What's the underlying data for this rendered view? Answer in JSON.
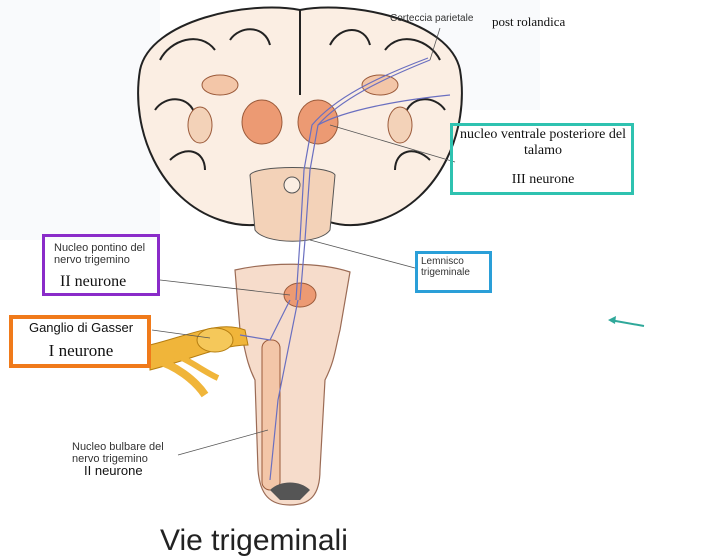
{
  "labels": {
    "corteccia_parietale": "Corteccia parietale",
    "post_rolandica": "post rolandica",
    "nucleo_ventrale": "nucleo ventrale posteriore del talamo",
    "terzo_neurone": "III neurone",
    "nucleo_pontino": "Nucleo pontino del nervo trigemino",
    "secondo_neurone_pontino": "II neurone",
    "lemnisco": "Lemnisco trigeminale",
    "ganglio": "Ganglio di Gasser",
    "primo_neurone": "I neurone",
    "nucleo_bulbare": "Nucleo bulbare del nervo trigemino",
    "secondo_neurone_bulbare": "II neurone"
  },
  "title": "Vie trigeminali",
  "colors": {
    "teal_box": "#2fc2b0",
    "purple_box": "#8a2bc9",
    "blue_box": "#2a9fd8",
    "orange_box": "#f07a1a",
    "brain_tissue": "#f3d2b8",
    "thalamus": "#ec9a73",
    "nerve": "#f0b53a",
    "pathway": "#6a6fc0"
  }
}
